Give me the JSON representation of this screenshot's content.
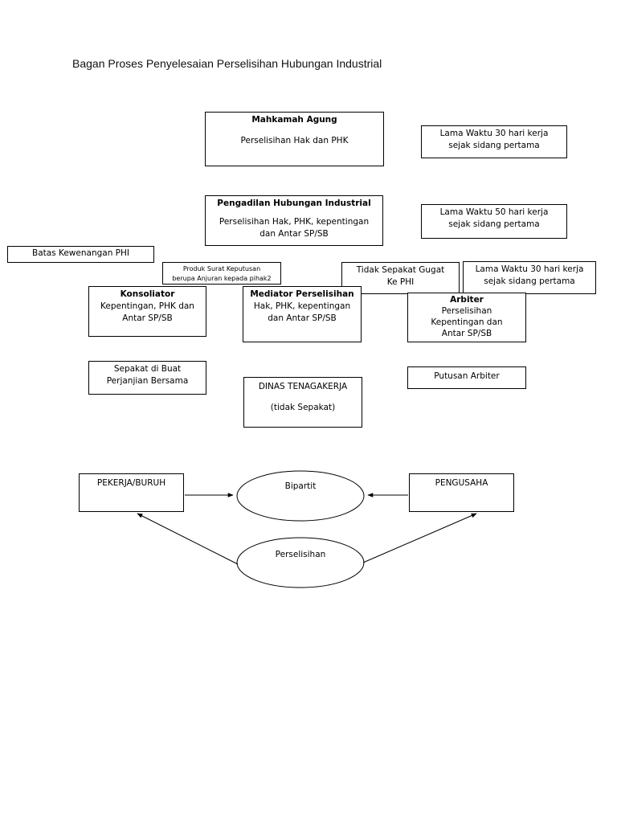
{
  "title": "Bagan Proses Penyelesaian Perselisihan Hubungan Industrial",
  "boxes": {
    "mahkamah": {
      "heading": "Mahkamah Agung",
      "text": "Perselisihan Hak dan PHK"
    },
    "lama30a": {
      "line1": "Lama Waktu 30 hari kerja",
      "line2": "sejak sidang pertama"
    },
    "phi": {
      "heading": "Pengadilan Hubungan Industrial",
      "line1": "Perselisihan Hak, PHK, kepentingan",
      "line2": "dan  Antar SP/SB"
    },
    "lama50": {
      "line1": "Lama Waktu 50 hari kerja",
      "line2": "sejak sidang pertama"
    },
    "batas": {
      "text": "Batas Kewenangan PHI"
    },
    "produk": {
      "line1": "Produk Surat Keputusan",
      "line2": "berupa Anjuran kepada pihak2"
    },
    "tidak_sepakat": {
      "line1": "Tidak Sepakat Gugat",
      "line2": "Ke PHI"
    },
    "lama30b": {
      "line1": "Lama Waktu 30 hari kerja",
      "line2": "sejak sidang pertama"
    },
    "konsoliator": {
      "heading": "Konsoliator",
      "line1": "Kepentingan, PHK dan",
      "line2": "Antar SP/SB"
    },
    "mediator": {
      "line1": "Mediator  Perselisihan",
      "line2": "Hak, PHK, kepentingan",
      "line3": "dan  Antar SP/SB"
    },
    "arbiter": {
      "heading": "Arbiter",
      "line1": "Perselisihan",
      "line2": "Kepentingan dan",
      "line3": "Antar SP/SB"
    },
    "sepakat": {
      "line1": "Sepakat di Buat",
      "line2": "Perjanjian Bersama"
    },
    "dinas": {
      "line1": "DINAS TENAGAKERJA",
      "line2": "(tidak Sepakat)"
    },
    "putusan": {
      "text": "Putusan Arbiter"
    },
    "pekerja": {
      "text": "PEKERJA/BURUH"
    },
    "pengusaha": {
      "text": "PENGUSAHA"
    }
  },
  "ellipses": {
    "bipartit": "Bipartit",
    "perselisihan": "Perselisihan"
  }
}
